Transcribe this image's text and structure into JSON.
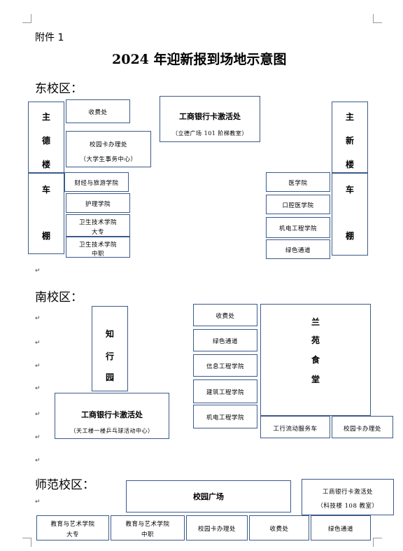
{
  "attachment": "附件 1",
  "title": "2024 年迎新报到场地示意图",
  "east": {
    "heading": "东校区：",
    "zhude": [
      "主",
      "德",
      "楼"
    ],
    "xinxin": [
      "主",
      "新",
      "楼"
    ],
    "shed_left": [
      "车",
      "",
      "棚"
    ],
    "shed_right": [
      "车",
      "",
      "棚"
    ],
    "fee": "收费处",
    "icbc_title": "工商银行卡激活处",
    "icbc_sub": "（立德广场 101 阶梯教室）",
    "card_l1": "校园卡办理处",
    "card_l2": "（大学生事务中心）",
    "finance": "财经与旅游学院",
    "nursing": "护理学院",
    "health_dz_l1": "卫生技术学院",
    "health_dz_l2": "大专",
    "health_zz_l1": "卫生技术学院",
    "health_zz_l2": "中职",
    "medical": "医学院",
    "dental": "口腔医学院",
    "mech": "机电工程学院",
    "green": "绿色通道"
  },
  "south": {
    "heading": "南校区：",
    "zhixing": [
      "知",
      "行",
      "园"
    ],
    "icbc_title": "工商银行卡激活处",
    "icbc_sub": "（天工楼一楼乒乓球活动中心）",
    "fee": "收费处",
    "green": "绿色通道",
    "info": "信息工程学院",
    "arch": "建筑工程学院",
    "mech": "机电工程学院",
    "canteen": [
      "兰",
      "苑",
      "食",
      "堂"
    ],
    "icbc_mobile": "工行流动服务车",
    "card": "校园卡办理处"
  },
  "normal": {
    "heading": "师范校区：",
    "plaza": "校园广场",
    "icbc_title": "工商银行卡激活处",
    "icbc_sub": "（科技楼 108 教室）",
    "edu_dz_l1": "教育与艺术学院",
    "edu_dz_l2": "大专",
    "edu_zz_l1": "教育与艺术学院",
    "edu_zz_l2": "中职",
    "card": "校园卡办理处",
    "fee": "收费处",
    "green": "绿色通道"
  }
}
